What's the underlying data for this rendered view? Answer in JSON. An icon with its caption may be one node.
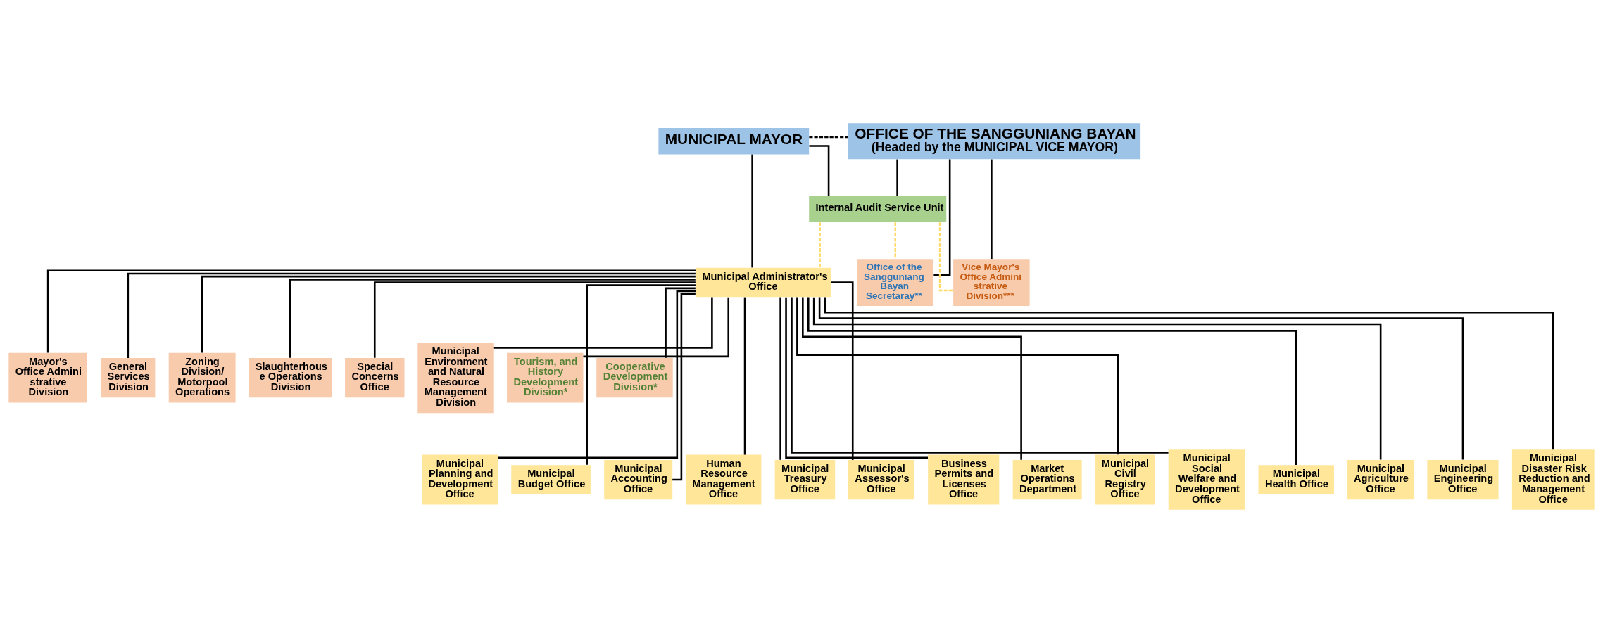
{
  "diagram": {
    "nodes": [
      {
        "text": [
          "MUNICIPAL MAYOR"
        ]
      },
      {
        "text": [
          "OFFICE OF THE SANGGUNIANG BAYAN",
          "(Headed by the MUNICIPAL VICE MAYOR)"
        ]
      },
      {
        "text": [
          "Internal Audit Service Unit"
        ]
      },
      {
        "text": [
          "Municipal Administrator's Office"
        ]
      },
      {
        "text": [
          "Office of the Sangguniang Bayan Secretaray**"
        ]
      },
      {
        "text": [
          "Vice Mayor's Office Administrative Division***"
        ]
      },
      {
        "text": [
          "Mayor's Office Administrative Division"
        ]
      },
      {
        "text": [
          "General Services Division"
        ]
      },
      {
        "text": [
          "Zoning Division/ Motorpool Operations"
        ]
      },
      {
        "text": [
          "Slaughterhouse Operations Division"
        ]
      },
      {
        "text": [
          "Special Concerns Office"
        ]
      },
      {
        "text": [
          "Municipal Environment and Natural Resource Management Division"
        ]
      },
      {
        "text": [
          "Tourism, and History Development Division*"
        ]
      },
      {
        "text": [
          "Cooperative Development Division*"
        ]
      },
      {
        "text": [
          "Municipal Planning and Development Office"
        ]
      },
      {
        "text": [
          "Municipal Budget Office"
        ]
      },
      {
        "text": [
          "Municipal Accounting Office"
        ]
      },
      {
        "text": [
          "Human Resource Management Office"
        ]
      },
      {
        "text": [
          "Municipal Treasury Office"
        ]
      },
      {
        "text": [
          "Municipal Assessor's Office"
        ]
      },
      {
        "text": [
          "Business Permits and Licenses Office"
        ]
      },
      {
        "text": [
          "Market Operations Department"
        ]
      },
      {
        "text": [
          "Municipal Civil Registry Office"
        ]
      },
      {
        "text": [
          "Municipal Social Welfare and Development Office"
        ]
      },
      {
        "text": [
          "Municipal Health Office"
        ]
      },
      {
        "text": [
          "Municipal Agriculture Office"
        ]
      },
      {
        "text": [
          "Municipal Engineering Office"
        ]
      },
      {
        "text": [
          "Municipal Disaster Risk Reduction and Management Office"
        ]
      }
    ],
    "edges": [
      {
        "from": 0,
        "to": 1,
        "arrow": "none",
        "style": "dashed"
      },
      {
        "from": 0,
        "to": 2,
        "arrow": "none"
      },
      {
        "from": 1,
        "to": 2,
        "arrow": "none"
      },
      {
        "from": 0,
        "to": 3,
        "arrow": "none"
      },
      {
        "from": 1,
        "to": 4,
        "arrow": "none"
      },
      {
        "from": 1,
        "to": 5,
        "arrow": "none"
      },
      {
        "from": 2,
        "to": 3,
        "arrow": "none",
        "style": "dashed",
        "color": "#ffd966"
      },
      {
        "from": 2,
        "to": 4,
        "arrow": "none",
        "style": "dashed",
        "color": "#ffd966"
      },
      {
        "from": 2,
        "to": 5,
        "arrow": "none",
        "style": "dashed",
        "color": "#ffd966"
      },
      {
        "from": 3,
        "to": 6,
        "arrow": "none"
      },
      {
        "from": 3,
        "to": 7,
        "arrow": "none"
      },
      {
        "from": 3,
        "to": 8,
        "arrow": "none"
      },
      {
        "from": 3,
        "to": 9,
        "arrow": "none"
      },
      {
        "from": 3,
        "to": 10,
        "arrow": "none"
      },
      {
        "from": 3,
        "to": 11,
        "arrow": "none"
      },
      {
        "from": 3,
        "to": 12,
        "arrow": "none"
      },
      {
        "from": 3,
        "to": 13,
        "arrow": "none"
      },
      {
        "from": 3,
        "to": 14,
        "arrow": "none"
      },
      {
        "from": 3,
        "to": 15,
        "arrow": "none"
      },
      {
        "from": 3,
        "to": 16,
        "arrow": "none"
      },
      {
        "from": 3,
        "to": 17,
        "arrow": "none"
      },
      {
        "from": 3,
        "to": 18,
        "arrow": "none"
      },
      {
        "from": 3,
        "to": 19,
        "arrow": "none"
      },
      {
        "from": 3,
        "to": 20,
        "arrow": "none"
      },
      {
        "from": 3,
        "to": 21,
        "arrow": "none"
      },
      {
        "from": 3,
        "to": 22,
        "arrow": "none"
      },
      {
        "from": 3,
        "to": 23,
        "arrow": "none"
      },
      {
        "from": 3,
        "to": 24,
        "arrow": "none"
      },
      {
        "from": 3,
        "to": 25,
        "arrow": "none"
      },
      {
        "from": 3,
        "to": 26,
        "arrow": "none"
      },
      {
        "from": 3,
        "to": 27,
        "arrow": "none"
      }
    ]
  }
}
